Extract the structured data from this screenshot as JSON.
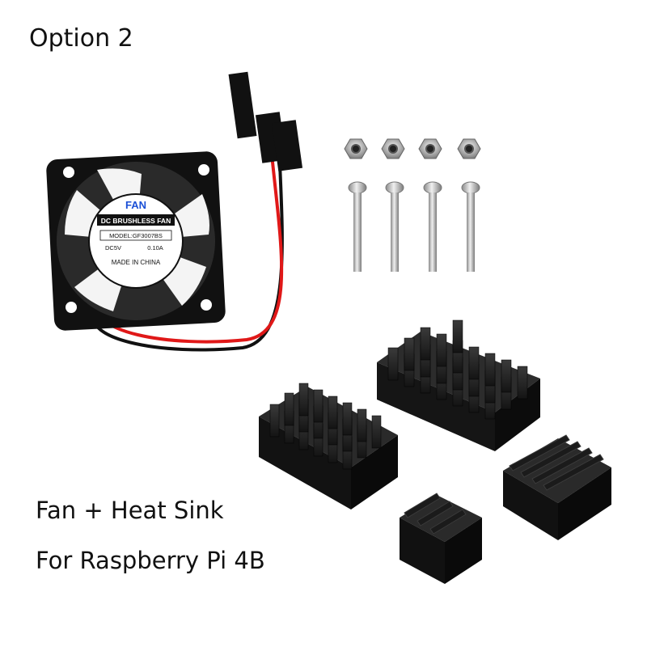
{
  "heading": {
    "option": "Option 2"
  },
  "product": {
    "line1": "Fan + Heat Sink",
    "line2": "For Raspberry Pi 4B"
  },
  "fan_label": {
    "brand": "FAN",
    "type": "DC BRUSHLESS FAN",
    "model": "MODEL:GF3007BS",
    "voltage": "DC5V",
    "current": "0.10A",
    "origin": "MADE IN CHINA"
  },
  "colors": {
    "fan_body": "#111111",
    "wire_red": "#e01818",
    "wire_black": "#111111",
    "heatsink": "#1c1c1c",
    "screw": "#b8b8b8"
  }
}
